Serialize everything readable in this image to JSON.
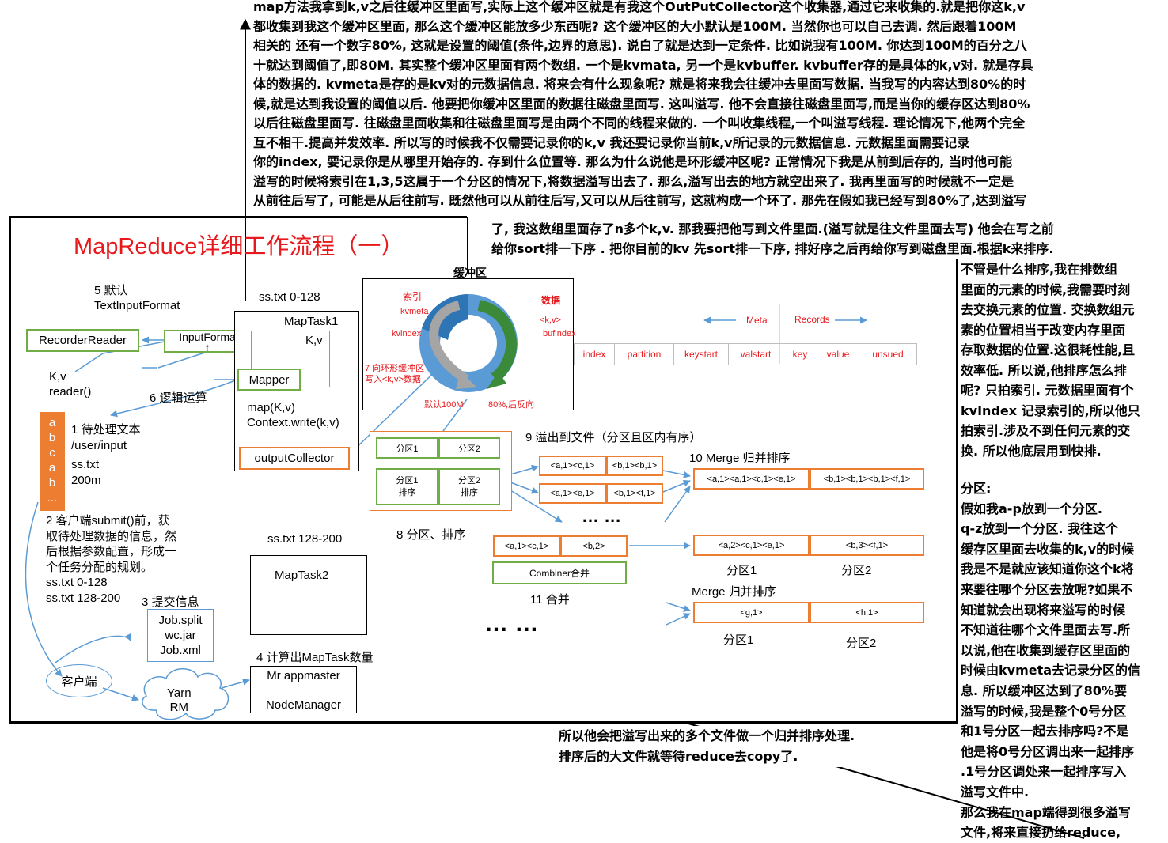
{
  "top_note": [
    "map方法我拿到k,v之后往缓冲区里面写,实际上这个缓冲区就是有我这个OutPutCollector这个收集器,通过它来收集的.就是把你这k,v",
    "都收集到我这个缓冲区里面, 那么这个缓冲区能放多少东西呢? 这个缓冲区的大小默认是100M. 当然你也可以自己去调. 然后跟着100M",
    "相关的 还有一个数字80%, 这就是设置的阈值(条件,边界的意思). 说白了就是达到一定条件. 比如说我有100M. 你达到100M的百分之八",
    "十就达到阈值了,即80M. 其实整个缓冲区里面有两个数组. 一个是kvmata, 另一个是kvbuffer. kvbuffer存的是具体的k,v对. 就是存具",
    "体的数据的. kvmeta是存的是kv对的元数据信息. 将来会有什么现象呢? 就是将来我会往缓冲去里面写数据. 当我写的内容达到80%的时",
    "候,就是达到我设置的阈值以后. 他要把你缓冲区里面的数据往磁盘里面写. 这叫溢写. 他不会直接往磁盘里面写,而是当你的缓存区达到80%",
    "以后往磁盘里面写. 往磁盘里面收集和往磁盘里面写是由两个不同的线程来做的. 一个叫收集线程,一个叫溢写线程. 理论情况下,他两个完全",
    "互不相干.提高并发效率.        所以写的时候我不仅需要记录你的k,v  我还要记录你当前k,v所记录的元数据信息. 元数据里面需要记录",
    "你的index, 要记录你是从哪里开始存的. 存到什么位置等.  那么为什么说他是环形缓冲区呢? 正常情况下我是从前到后存的, 当时他可能",
    "溢写的时候将索引在1,3,5这属于一个分区的情况下,将数据溢写出去了. 那么,溢写出去的地方就空出来了. 我再里面写的时候就不一定是",
    "从前往后写了, 可能是从后往前写. 既然他可以从前往后写,又可以从后往前写, 这就构成一个环了.  那先在假如我已经写到80%了,达到溢写"
  ],
  "top_note_cont": [
    "了, 我这数组里面存了n多个k,v.  那我要把他写到文件里面.(溢写就是往文件里面去写) 他会在写之前",
    "给你sort排一下序 . 把你目前的kv 先sort排一下序, 排好序之后再给你写到磁盘里面.根据k来排序."
  ],
  "right_note_sort": [
    "不管是什么排序,我在排数组",
    "里面的元素的时候,我需要时刻",
    "去交换元素的位置. 交换数组元",
    "素的位置相当于改变内存里面",
    "存取数据的位置.这很耗性能,且",
    "效率低.  所以说,他排序怎么排",
    "呢? 只拍索引. 元数据里面有个",
    "kvIndex 记录索引的,所以他只",
    "拍索引.涉及不到任何元素的交",
    "换.  所以他底层用到快排."
  ],
  "right_note_partition": [
    "分区:",
    "假如我a-p放到一个分区.",
    "q-z放到一个分区.  我往这个",
    "缓存区里面去收集的k,v的时候",
    "我是不是就应该知道你这个k将",
    "来要往哪个分区去放呢?如果不",
    "知道就会出现将来溢写的时候",
    "不知道往哪个文件里面去写.所",
    "以说,他在收集到缓存区里面的",
    "时候由kvmeta去记录分区的信",
    "息. 所以缓冲区达到了80%要",
    "溢写的时候,我是整个0号分区",
    "和1号分区一起去排序吗?不是",
    "他是将0号分区调出来一起排序",
    ".1号分区调处来一起排序写入",
    "溢写文件中.",
    "那么我在map端得到很多溢写",
    "文件,将来直接扔给reduce,"
  ],
  "bottom_note": [
    "所以他会把溢写出来的多个文件做一个归并排序处理.",
    "排序后的大文件就等待reduce去copy了."
  ],
  "diagram": {
    "title": "MapReduce详细工作流程（一）",
    "step5": [
      "5 默认",
      "TextInputFormat"
    ],
    "recorder_reader": "RecorderReader",
    "input_format": [
      "InputForma",
      "t"
    ],
    "kv_reader": [
      "K,v",
      "reader()"
    ],
    "step6": "6 逻辑运算",
    "ss_txt_0_128": "ss.txt 0-128",
    "maptask1": "MapTask1",
    "kv_small": "K,v",
    "mapper": "Mapper",
    "map_call": [
      "map(K,v)",
      "Context.write(k,v)"
    ],
    "output_collector": "outputCollector",
    "file_chars": [
      "a",
      "b",
      "c",
      "a",
      "b",
      "..."
    ],
    "step1": [
      "1 待处理文本",
      "/user/input",
      "ss.txt",
      "200m"
    ],
    "step2": [
      "2 客户端submit()前，获",
      "取待处理数据的信息，然",
      "后根据参数配置，形成一",
      "个任务分配的规划。",
      "ss.txt  0-128",
      "ss.txt  128-200"
    ],
    "step3_title": "3 提交信息",
    "step3_files": [
      "Job.split",
      "wc.jar",
      "Job.xml"
    ],
    "client": "客户端",
    "yarn": [
      "Yarn",
      "RM"
    ],
    "ss_txt_128_200": "ss.txt 128-200",
    "maptask2": "MapTask2",
    "step4": "4 计算出MapTask数量",
    "mr_appmaster": "Mr appmaster",
    "node_manager": "NodeManager",
    "buffer_title": "缓冲区",
    "ring_index": "索引",
    "ring_kvmeta": "kvmeta",
    "ring_kvindex": "kvindex",
    "ring_data": "数据",
    "ring_kv": "<k,v>",
    "ring_bufindex": "bufindex",
    "step7": [
      "7 向环形缓冲区",
      "写入<k,v>数据"
    ],
    "default_100m": "默认100M",
    "pct_80": "80%,后反向",
    "meta_label": "Meta",
    "records_label": "Records",
    "meta_fields": [
      "index",
      "partition",
      "keystart",
      "valstart",
      "key",
      "value",
      "unsued"
    ],
    "part_boxes": [
      "分区1",
      "分区2",
      "分区1\n排序",
      "分区2\n排序"
    ],
    "step8": "8 分区、排序",
    "step9": "9 溢出到文件（分区且区内有序）",
    "spill_rows": [
      [
        "<a,1><c,1>",
        "<b,1><b,1>"
      ],
      [
        "<a,1><e,1>",
        "<b,1><f,1>"
      ]
    ],
    "dots_mid": "… …",
    "step10": "10 Merge 归并排序",
    "merge_row": [
      "<a,1><a,1><c,1><e,1>",
      "<b,1><b,1><b,1><f,1>"
    ],
    "combine_row": [
      "<a,1><c,1>",
      "<b,2>"
    ],
    "combiner": "Combiner合并",
    "step11": "11 合并",
    "combined_out": [
      "<a,2><c,1><e,1>",
      "<b,3><f,1>"
    ],
    "part1": "分区1",
    "part2": "分区2",
    "merge2_title": "Merge 归并排序",
    "merge2_row": [
      "<g,1>",
      "<h,1>"
    ],
    "dots_big": "…  …"
  }
}
